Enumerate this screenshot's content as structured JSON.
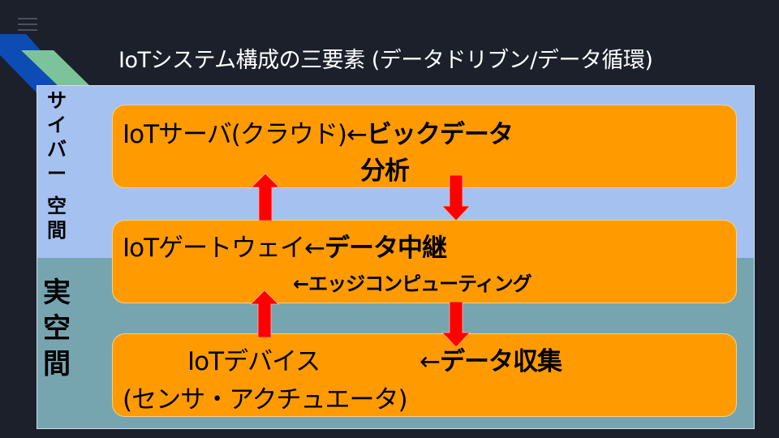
{
  "slide": {
    "title": "IoTシステム構成の三要素 (データドリブン/データ循環)",
    "colors": {
      "background": "#1b202b",
      "cyber_space": "#a4c1f0",
      "real_space": "#76a5b0",
      "box_fill": "#ff9b00",
      "arrow": "#ff0000",
      "deco_blue": "#0d4bb5",
      "deco_green": "#7cc39b"
    }
  },
  "zones": {
    "cyber": {
      "label_chars": [
        "サ",
        "イ",
        "バ",
        "ー",
        "空",
        "間"
      ],
      "label": "サイバー空間"
    },
    "real": {
      "label_chars": [
        "実",
        "空",
        "間"
      ],
      "label": "実空間"
    }
  },
  "boxes": [
    {
      "id": "server",
      "name": "IoTサーバ(クラウド)",
      "arrow_prefix": "←",
      "role_line1": "ビックデータ",
      "role_line2": "分析"
    },
    {
      "id": "gateway",
      "name": "IoTゲートウェイ",
      "arrow_prefix": "←",
      "role_line1": "データ中継",
      "role_line2": "←エッジコンピューティング"
    },
    {
      "id": "device",
      "name": "IoTデバイス",
      "arrow_prefix": "←",
      "role_line1": "データ収集",
      "sub_line": "(センサ・アクチュエータ)"
    }
  ],
  "arrows": [
    {
      "from": "gateway",
      "to": "server",
      "direction": "up"
    },
    {
      "from": "server",
      "to": "gateway",
      "direction": "down"
    },
    {
      "from": "device",
      "to": "gateway",
      "direction": "up"
    },
    {
      "from": "gateway",
      "to": "device",
      "direction": "down"
    }
  ]
}
